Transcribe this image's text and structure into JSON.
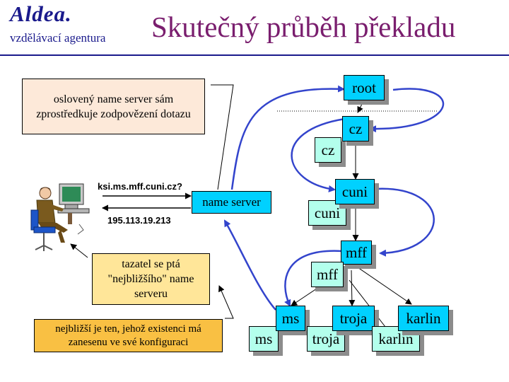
{
  "header": {
    "logo": "Aldea.",
    "tagline": "vzdělávací agentura",
    "title": "Skutečný průběh překladu"
  },
  "notes": {
    "server_note": "oslovený name server sám zprostředkuje zodpovězení dotazu",
    "ask_note": "tazatel se ptá \"nejbližšího\" name serveru",
    "nearest_note": "nejbližší je ten, jehož existenci má zanesenu ve své konfiguraci"
  },
  "client": {
    "query": "ksi.ms.mff.cuni.cz?",
    "answer": "195.113.19.213"
  },
  "name_server": "name server",
  "tree": {
    "root": "root",
    "cz_tree": "cz",
    "cz_server": "cz",
    "cuni_tree": "cuni",
    "cuni_server": "cuni",
    "mff_tree": "mff",
    "mff_server": "mff",
    "ms_tree": "ms",
    "ms_server": "ms",
    "troja_tree": "troja",
    "troja_server": "troja",
    "karlin_tree": "karlin",
    "karlin_server": "karlin"
  },
  "colors": {
    "title": "#7a1e6e",
    "brand": "#1a1a8c",
    "node_tree": "#00d1ff",
    "node_server": "#b3ffec",
    "arrow": "#3344cc"
  }
}
